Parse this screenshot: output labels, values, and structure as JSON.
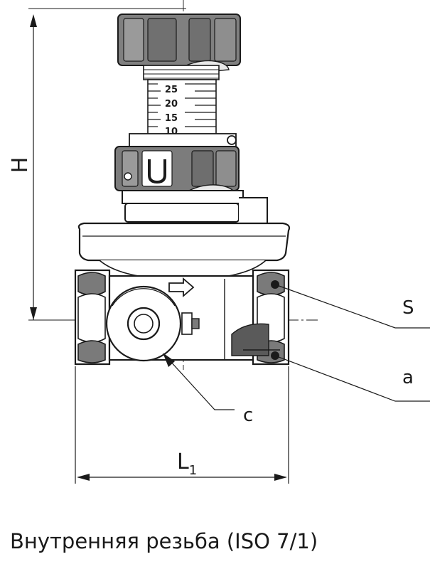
{
  "scale_ticks": [
    "25",
    "20",
    "15",
    "10"
  ],
  "dimensions": {
    "height_label": "H",
    "length_label": "L",
    "length_subscript": "1"
  },
  "callouts": {
    "s": "S",
    "a": "a",
    "c": "c"
  },
  "caption": "Внутренняя резьба (ISO 7/1)"
}
